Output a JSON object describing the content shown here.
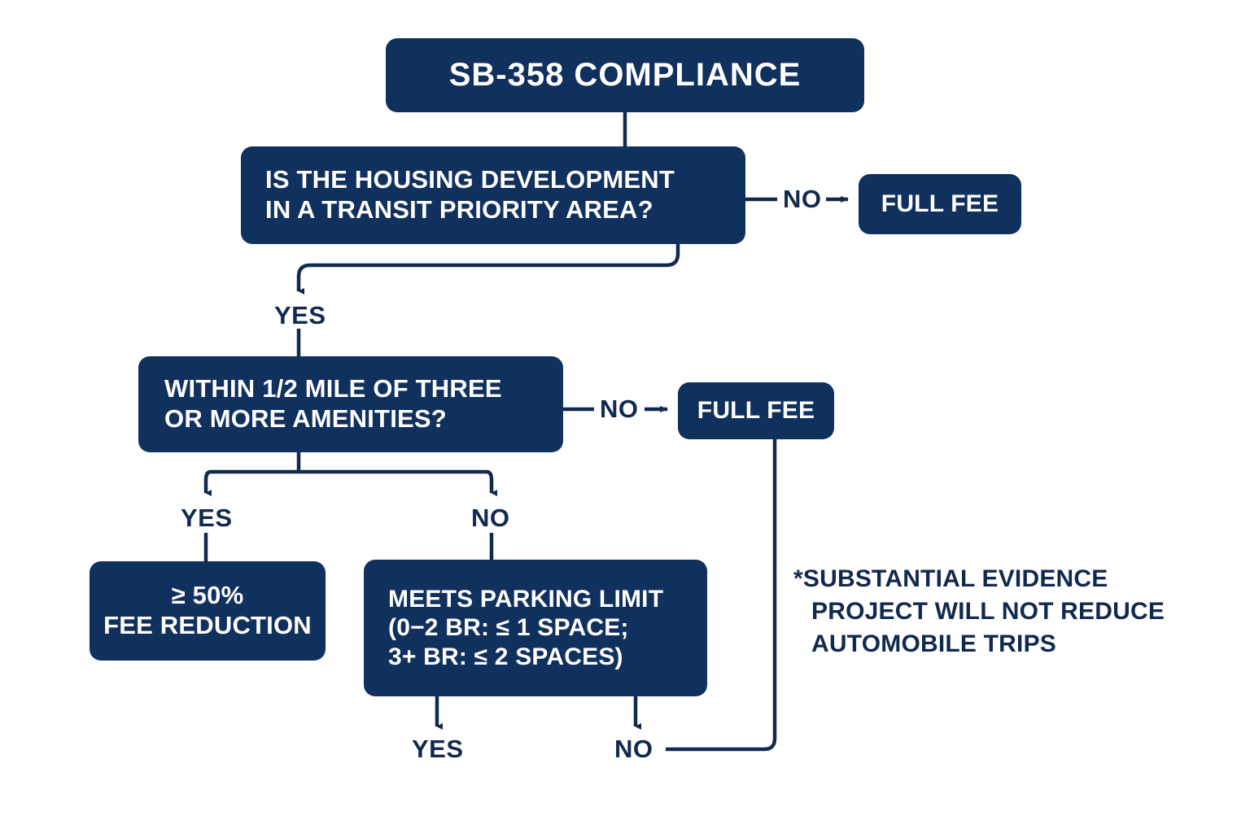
{
  "diagram": {
    "title": "SB-358 COMPLIANCE",
    "colors": {
      "node_fill": "#10305e",
      "node_text": "#ffffff",
      "line": "#12294f",
      "label_text": "#12294f",
      "background": "#ffffff"
    },
    "nodes": {
      "title": {
        "label": "SB-358 COMPLIANCE"
      },
      "transit_priority_area": {
        "line1": "IS THE HOUSING DEVELOPMENT",
        "line2": "IN A TRANSIT PRIORITY AREA?"
      },
      "full_fee_1": {
        "label": "FULL FEE"
      },
      "amenities": {
        "line1": "WITHIN 1/2 MILE OF THREE",
        "line2": "OR MORE AMENITIES?"
      },
      "full_fee_2": {
        "label": "FULL FEE"
      },
      "fee_reduction": {
        "line1": "≥ 50%",
        "line2": "FEE REDUCTION"
      },
      "parking_limit": {
        "line1": "MEETS PARKING LIMIT",
        "line2": "(0−2 BR: ≤ 1 SPACE;",
        "line3": "3+ BR: ≤ 2 SPACES)"
      }
    },
    "edge_labels": {
      "tpa_no": "NO",
      "tpa_yes": "YES",
      "amenities_no": "NO",
      "amenities_yes": "YES",
      "amenities_no_branch": "NO",
      "parking_yes": "YES",
      "parking_no": "NO"
    },
    "footnote": {
      "line1": "*SUBSTANTIAL EVIDENCE",
      "line2": "PROJECT WILL NOT REDUCE",
      "line3": "AUTOMOBILE TRIPS"
    }
  }
}
